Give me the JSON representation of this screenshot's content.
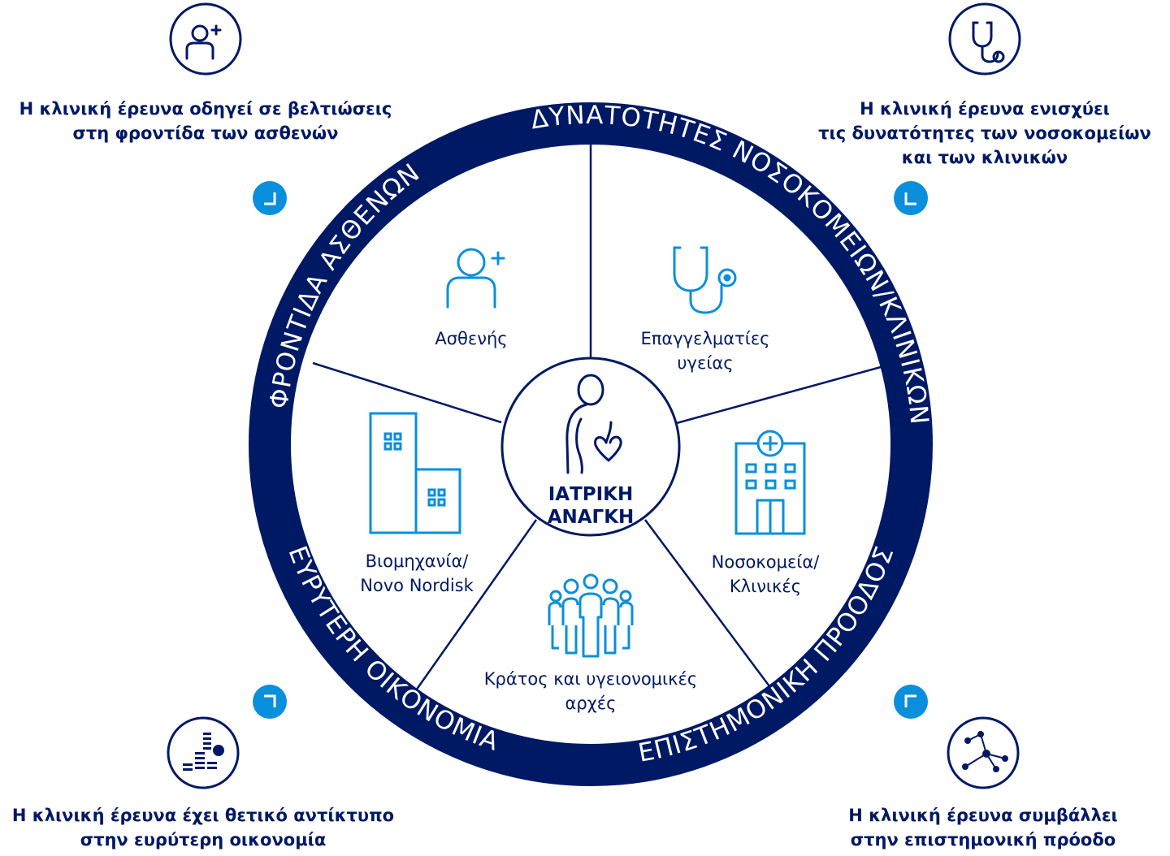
{
  "colors": {
    "navy": "#001965",
    "blue": "#0a8fdc",
    "white": "#ffffff"
  },
  "center": {
    "line1": "ΙΑΤΡΙΚΗ",
    "line2": "ΑΝΑΓΚΗ",
    "icon": "person-heart-icon"
  },
  "ring_labels": {
    "top_left": "ΦΡΟΝΤΙΔΑ ΑΣΘΕΝΩΝ",
    "top_right": "ΔΥΝΑΤΟΤΗΤΕΣ ΝΟΣΟΚΟΜΕΙΩΝ/ΚΛΙΝΙΚΩΝ",
    "bottom_left": "ΕΥΡΥΤΕΡΗ ΟΙΚΟΝΟΜΙΑ",
    "bottom_right": "ΕΠΙΣΤΗΜΟΝΙΚΗ ΠΡΟΟΔΟΣ"
  },
  "segments": {
    "patient": {
      "line1": "Ασθενής",
      "icon": "patient-plus-icon"
    },
    "professionals": {
      "line1": "Επαγγελματίες",
      "line2": "υγείας",
      "icon": "stethoscope-icon"
    },
    "hospitals": {
      "line1": "Νοσοκομεία/",
      "line2": "Κλινικές",
      "icon": "hospital-icon"
    },
    "state": {
      "line1": "Κράτος και υγειονομικές",
      "line2": "αρχές",
      "icon": "group-of-people-icon"
    },
    "industry": {
      "line1": "Βιομηχανία/",
      "line2": "Novo Nordisk",
      "icon": "buildings-icon"
    }
  },
  "captions": {
    "top_left": {
      "line1": "Η κλινική έρευνα οδηγεί σε βελτιώσεις",
      "line2": "στη φροντίδα των ασθενών",
      "icon": "patient-plus-icon"
    },
    "top_right": {
      "line1": "Η κλινική έρευνα ενισχύει",
      "line2": "τις δυνατότητες των νοσοκομείων",
      "line3": "και των κλινικών",
      "icon": "stethoscope-icon"
    },
    "bottom_left": {
      "line1": "Η κλινική έρευνα έχει θετικό αντίκτυπο",
      "line2": "στην ευρύτερη οικονομία",
      "icon": "economy-bars-icon"
    },
    "bottom_right": {
      "line1": "Η κλινική έρευνα συμβάλλει",
      "line2": "στην επιστημονική πρόοδο",
      "icon": "molecule-network-icon"
    }
  }
}
